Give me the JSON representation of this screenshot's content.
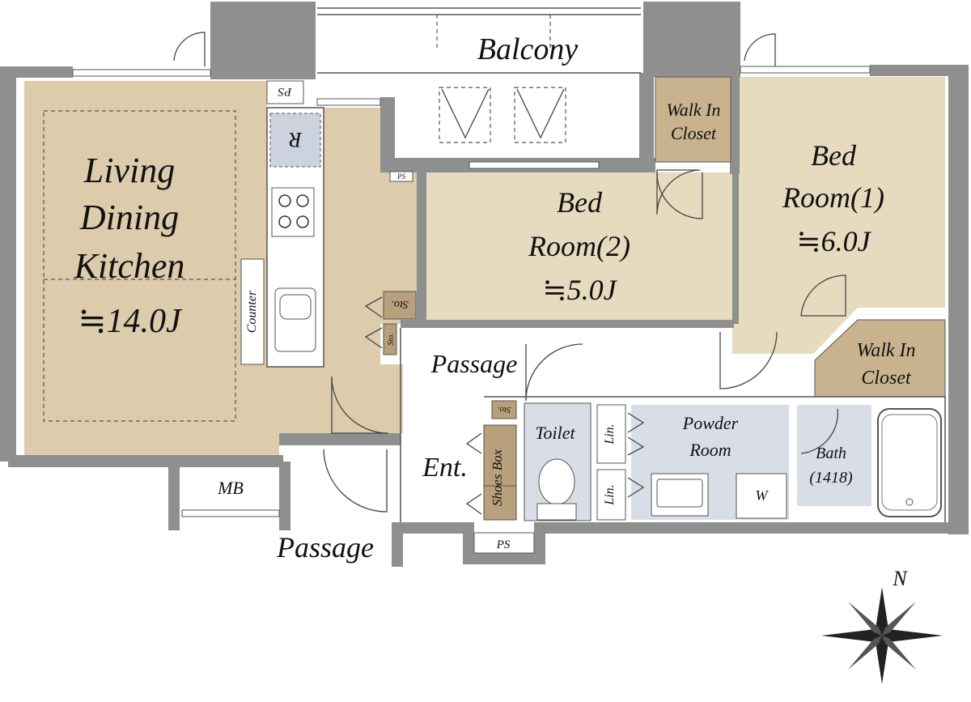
{
  "colors": {
    "wall": "#8f8f8f",
    "living_floor": "#dcccac",
    "bedroom_floor": "#e6dabf",
    "closet": "#c9b38f",
    "storage": "#b9a07c",
    "wet_area": "#d9dde6",
    "fridge": "#ccd2de",
    "outline": "#555555"
  },
  "labels": {
    "balcony": "Balcony",
    "ps_top": "PS",
    "ps_small": "PS",
    "ps_bottom": "PS",
    "fridge": "R",
    "wic_top_1": "Walk In",
    "wic_top_2": "Closet",
    "wic_bottom_1": "Walk In",
    "wic_bottom_2": "Closet",
    "ldk_1": "Living",
    "ldk_2": "Dining",
    "ldk_3": "Kitchen",
    "ldk_size": "≒14.0J",
    "counter": "Counter",
    "bed2_1": "Bed",
    "bed2_2": "Room(2)",
    "bed2_size": "≒5.0J",
    "bed1_1": "Bed",
    "bed1_2": "Room(1)",
    "bed1_size": "≒6.0J",
    "sto_1": "Sto.",
    "sto_2": "Sto.",
    "sto_3": "Sto.",
    "passage_inner": "Passage",
    "passage_outer": "Passage",
    "entrance": "Ent.",
    "shoes_box": "Shoes Box",
    "toilet": "Toilet",
    "powder_1": "Powder",
    "powder_2": "Room",
    "lin_1": "Lin.",
    "lin_2": "Lin.",
    "washer": "W",
    "bath_1": "Bath",
    "bath_2": "(1418)",
    "mb": "MB",
    "compass_n": "N"
  },
  "compass": {
    "icon": "north-arrow-star"
  }
}
